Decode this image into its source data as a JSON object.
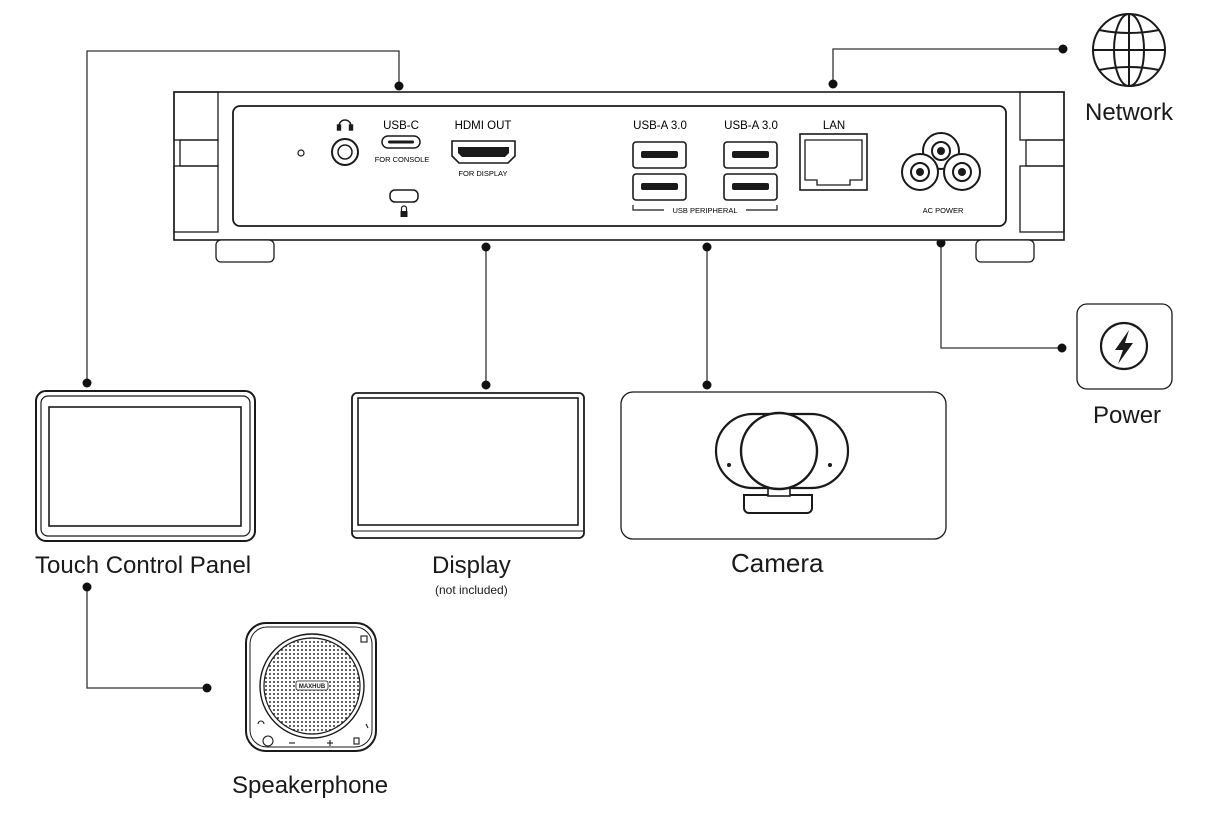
{
  "ports": {
    "usb_c": "USB-C",
    "usb_c_sub": "FOR CONSOLE",
    "hdmi_out": "HDMI OUT",
    "hdmi_sub": "FOR DISPLAY",
    "usb_a_1": "USB-A 3.0",
    "usb_a_2": "USB-A 3.0",
    "usb_peripheral": "USB PERIPHERAL",
    "lan": "LAN",
    "ac_power": "AC POWER"
  },
  "devices": {
    "network": "Network",
    "power": "Power",
    "touch_panel": "Touch Control Panel",
    "display": "Display",
    "display_note": "(not included)",
    "camera": "Camera",
    "speakerphone": "Speakerphone"
  },
  "speaker_brand": "MAXHUB",
  "icons": [
    "headphone-icon",
    "lock-icon",
    "globe-icon",
    "lightning-icon"
  ]
}
